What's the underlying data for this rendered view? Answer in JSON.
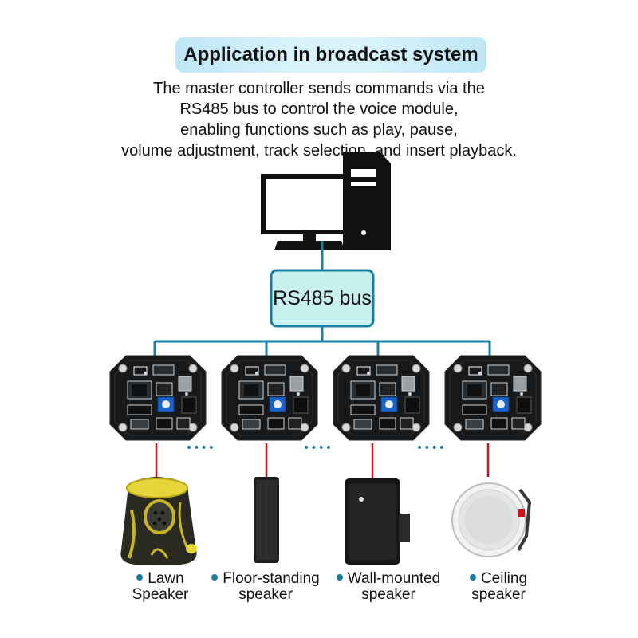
{
  "title": "Application in broadcast system",
  "description": [
    "The master controller sends commands via the",
    "RS485 bus to control the voice module,",
    "enabling functions such as play, pause,",
    "volume adjustment, track selection, and insert playback."
  ],
  "bus_label": "RS485 bus",
  "ellipsis": "••••",
  "speakers": [
    {
      "line1": "Lawn",
      "line2": "Speaker"
    },
    {
      "line1": "Floor-standing",
      "line2": "speaker"
    },
    {
      "line1": "Wall-mounted",
      "line2": "speaker"
    },
    {
      "line1": "Ceiling",
      "line2": "speaker"
    }
  ],
  "colors": {
    "bus_line": "#1b7fa3",
    "bus_box_fill": "#c8f0ee",
    "bus_box_stroke": "#1b7fa3",
    "speaker_wire": "#d0141e",
    "title_bg": "#c9ecf8"
  },
  "icons": [
    "computer-icon",
    "voice-module-board",
    "lawn-speaker-image",
    "floor-speaker-image",
    "wall-speaker-image",
    "ceiling-speaker-image"
  ]
}
